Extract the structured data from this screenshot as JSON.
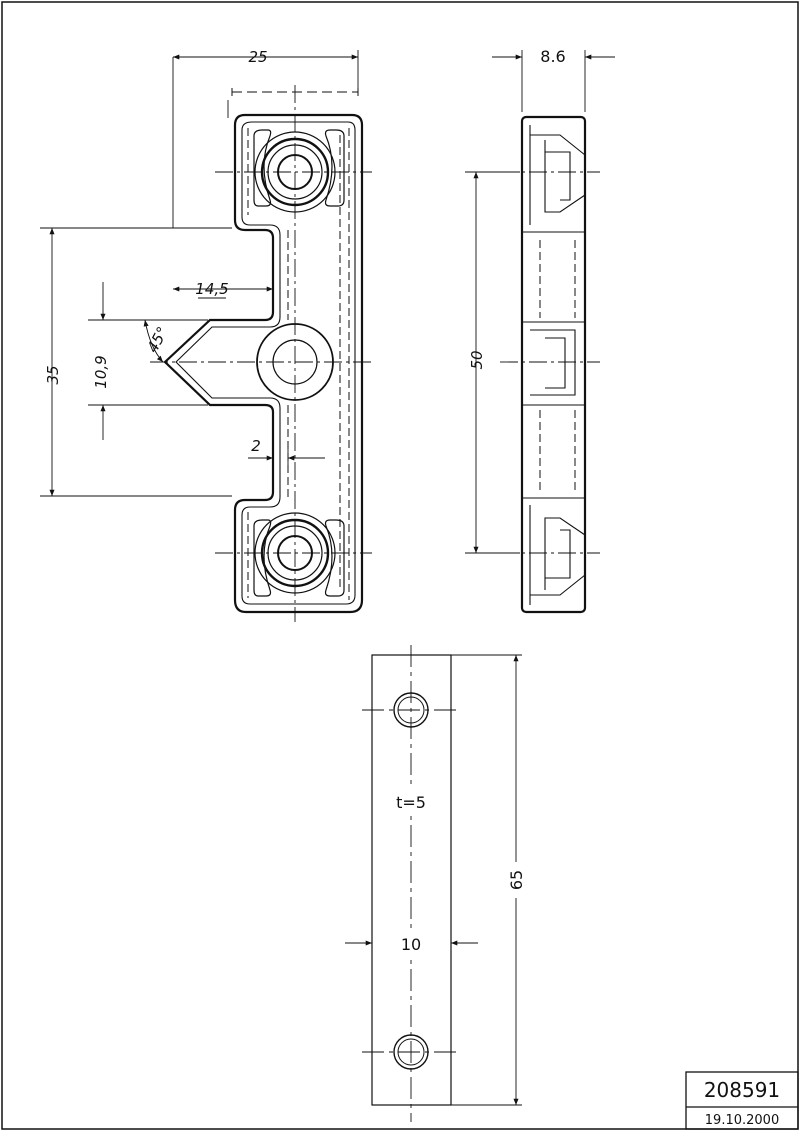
{
  "drawing": {
    "front_view": {
      "dims": {
        "width": "25",
        "depth": "14,5",
        "notch": "35",
        "opening": "10,9",
        "angle": "45°",
        "wall": "2"
      }
    },
    "side_view": {
      "dims": {
        "thickness": "8.6",
        "hole_pitch": "50"
      }
    },
    "plate_view": {
      "dims": {
        "thickness_note": "t=5",
        "width": "10",
        "length": "65"
      }
    }
  },
  "title_block": {
    "part_number": "208591",
    "date": "19.10.2000"
  }
}
